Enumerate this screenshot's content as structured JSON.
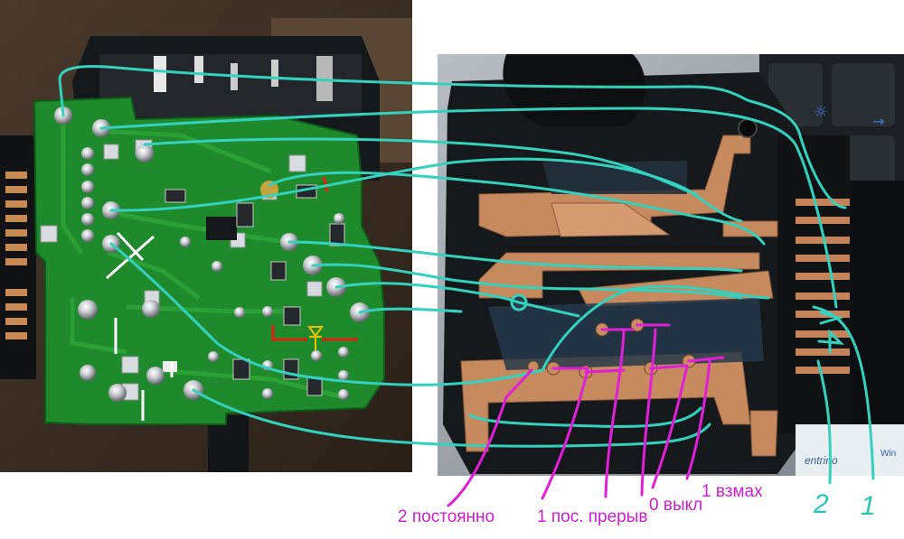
{
  "labels": {
    "mode_2": "2 постоянно",
    "mode_1_intermittent": "1 пос. прерыв",
    "mode_0": "0 выкл",
    "mode_1_swipe": "1 взмах",
    "pin_2": "2",
    "pin_1": "1"
  },
  "colors": {
    "wire": "#33d1be",
    "pointer": "#e020d8",
    "pcb": "#1f8a2c",
    "copper": "#c68a5e",
    "housing": "#1c2024",
    "marker_red": "#e02010",
    "marker_yellow": "#f0c000"
  }
}
